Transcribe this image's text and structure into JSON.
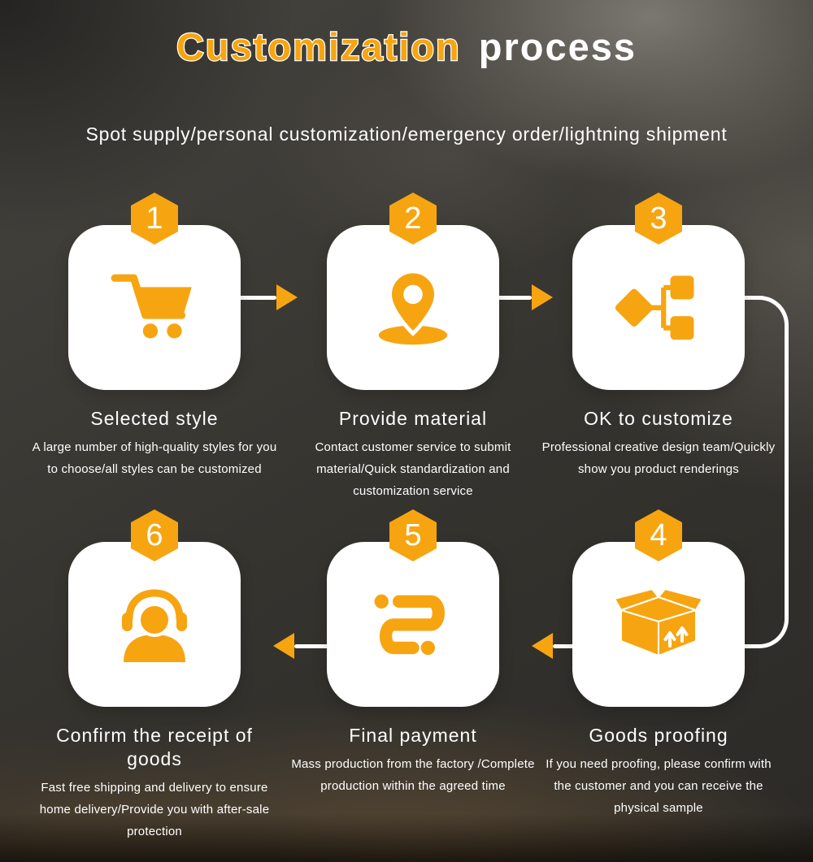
{
  "colors": {
    "accent": "#F6A511",
    "card_background": "#FFFFFF",
    "text": "#FFFFFF"
  },
  "title": {
    "highlight": "Customization",
    "rest": "process"
  },
  "subtitle": "Spot supply/personal customization/emergency order/lightning shipment",
  "steps": [
    {
      "number": "1",
      "icon": "shopping-cart-icon",
      "title": "Selected style",
      "description": "A large number of high-quality styles for you to choose/all styles can be customized"
    },
    {
      "number": "2",
      "icon": "location-pin-icon",
      "title": "Provide material",
      "description": "Contact customer service to submit material/Quick standardization and customization service"
    },
    {
      "number": "3",
      "icon": "flowchart-icon",
      "title": "OK to customize",
      "description": "Professional creative design team/Quickly show you product renderings"
    },
    {
      "number": "4",
      "icon": "package-box-icon",
      "title": "Goods proofing",
      "description": "If you need proofing, please confirm with the customer and you can receive the physical sample"
    },
    {
      "number": "5",
      "icon": "route-list-icon",
      "title": "Final payment",
      "description": "Mass production from the factory /Complete production within the agreed time"
    },
    {
      "number": "6",
      "icon": "customer-service-icon",
      "title": "Confirm the receipt of goods",
      "description": "Fast free shipping and delivery to ensure home delivery/Provide you with after-sale protection"
    }
  ]
}
